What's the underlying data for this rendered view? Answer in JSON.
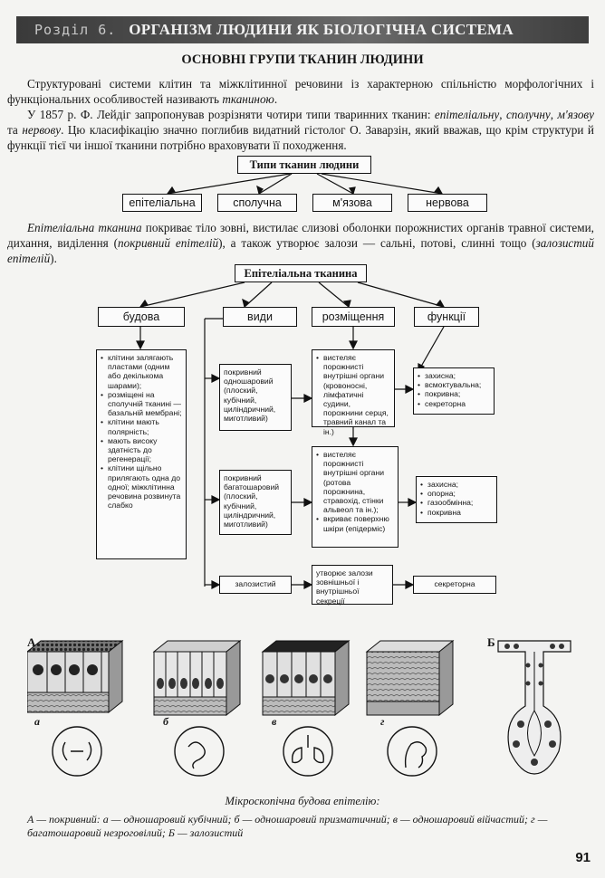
{
  "header": {
    "section": "Розділ 6.",
    "title": "ОРГАНІЗМ ЛЮДИНИ ЯК БІОЛОГІЧНА СИСТЕМА"
  },
  "section_title": "ОСНОВНІ ГРУПИ ТКАНИН ЛЮДИНИ",
  "p1": {
    "a": "Структуровані системи клітин та міжклітинної речовини із характерною спільністю морфологічних і функціональних особливостей називають ",
    "b": "тканиною",
    "c": "."
  },
  "p2": {
    "a": "У 1857 р. Ф. Лейдіг запропонував розрізняти чотири типи тваринних тканин: ",
    "t1": "епітеліальну",
    "s1": ", ",
    "t2": "сполучну",
    "s2": ", ",
    "t3": "м'язову",
    "s3": " та ",
    "t4": "нервову",
    "rest": ". Цю класифікацію значно поглибив видатний гістолог О. Заварзін, який вважав, що крім структури й функції тієї чи іншої тканини потрібно враховувати її походження."
  },
  "diagram1": {
    "root": "Типи тканин людини",
    "types": [
      "епітеліальна",
      "сполучна",
      "м'язова",
      "нервова"
    ]
  },
  "p3": {
    "a": "Епітеліальна тканина",
    "b": " покриває тіло зовні, вистилає слизові оболонки порожнистих органів травної системи, дихання, виділення (",
    "c": "покривний епітелій",
    "d": "), а також утворює залози — сальні, потові, слинні тощо (",
    "e": "залозистий епітелій",
    "f": ")."
  },
  "diagram2": {
    "root": "Епітеліальна тканина",
    "branches": [
      "будова",
      "види",
      "розміщення",
      "функції"
    ],
    "structure": [
      "клітини залягають пластами (одним або декількома шарами);",
      "розміщені на сполучній тканині — базальній мембрані;",
      "клітини мають полярність;",
      "мають високу здатність до регенерації;",
      "клітини щільно прилягають одна до одної; міжклітинна речовина розвинута слабко"
    ],
    "types": [
      "покривний одношаровий (плоский, кубічний, циліндричний, миготливий)",
      "покривний багатошаровий (плоский, кубічний, циліндричний, миготливий)",
      "залозистий"
    ],
    "locations": [
      [
        "вистеляє порожнисті внутрішні органи (кровоносні, лімфатичні судини, порожнини серця, травний канал та ін.)"
      ],
      [
        "вистеляє порожнисті внутрішні органи (ротова порожнина, стравохід, стінки альвеол та ін.);",
        "вкриває поверхню шкіри (епідерміс)"
      ],
      [
        "утворює залози зовнішньої і внутрішньої секреції"
      ]
    ],
    "functions": [
      [
        "захисна;",
        "всмоктувальна;",
        "покривна;",
        "секреторна"
      ],
      [
        "захисна;",
        "опорна;",
        "газообмінна;",
        "покривна"
      ],
      [
        "секреторна"
      ]
    ]
  },
  "figure": {
    "label_a": "А",
    "label_b": "Б",
    "sub": [
      "а",
      "б",
      "в",
      "г"
    ],
    "caption": "Мікроскопічна будова епітелію:",
    "legend": "А — покривний: а — одношаровий кубічний; б — одношаровий призматичний; в — одношаровий війчастий; г — багатошаровий незроговілий; Б — залозистий"
  },
  "page_number": "91"
}
